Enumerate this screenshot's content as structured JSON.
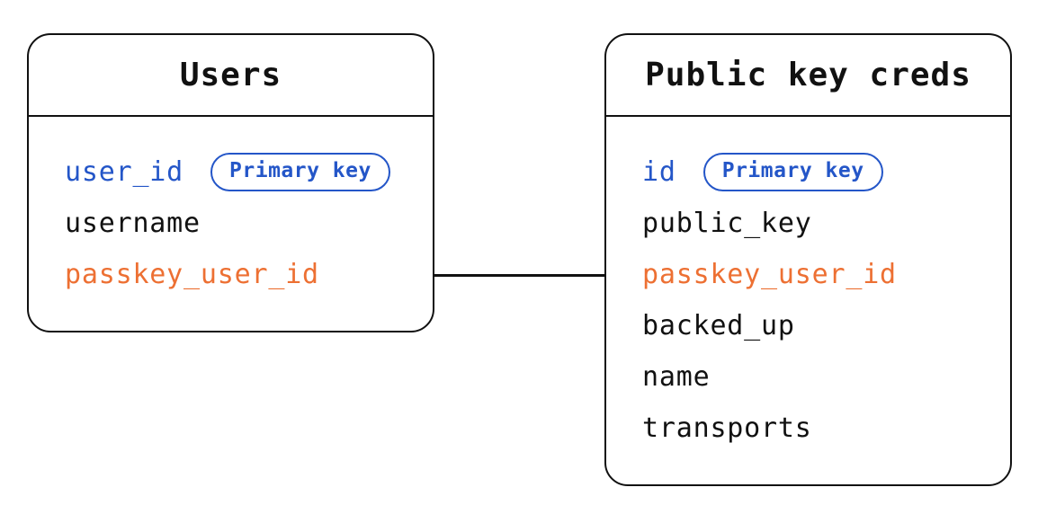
{
  "diagram": {
    "colors": {
      "background": "#ffffff",
      "line": "#111111",
      "text": "#111111",
      "primary_key": "#2456c8",
      "reference": "#ed7033"
    },
    "tables": [
      {
        "title": "Users",
        "fields": [
          {
            "name": "user_id",
            "badge": "Primary key",
            "role": "primary"
          },
          {
            "name": "username",
            "role": "normal"
          },
          {
            "name": "passkey_user_id",
            "role": "reference"
          }
        ]
      },
      {
        "title": "Public key creds",
        "fields": [
          {
            "name": "id",
            "badge": "Primary key",
            "role": "primary"
          },
          {
            "name": "public_key",
            "role": "normal"
          },
          {
            "name": "passkey_user_id",
            "role": "reference"
          },
          {
            "name": "backed_up",
            "role": "normal"
          },
          {
            "name": "name",
            "role": "normal"
          },
          {
            "name": "transports",
            "role": "normal"
          }
        ]
      }
    ],
    "relationship": {
      "from_table": "Users",
      "from_field": "passkey_user_id",
      "to_table": "Public key creds",
      "to_field": "passkey_user_id"
    }
  }
}
